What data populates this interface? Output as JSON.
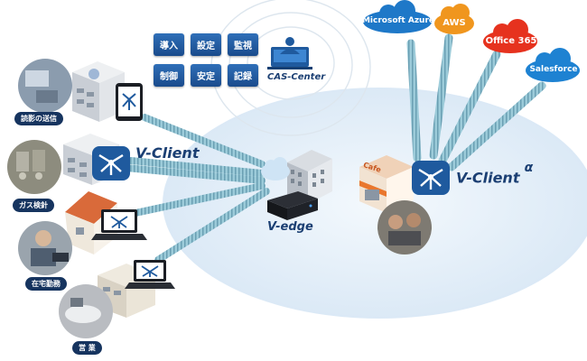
{
  "cas_center": {
    "label": "CAS-Center",
    "tiles": [
      "導入",
      "設定",
      "監視",
      "制御",
      "安定",
      "記録"
    ]
  },
  "clouds": [
    {
      "label": "Microsoft Azure",
      "color": "#1e78c8"
    },
    {
      "label": "AWS",
      "color": "#f0961e"
    },
    {
      "label": "Office 365",
      "color": "#e6321e"
    },
    {
      "label": "Salesforce",
      "color": "#1e82d2"
    }
  ],
  "products": {
    "v_client": "V-Client",
    "v_edge": "V-edge",
    "v_client_alpha": "V-Client",
    "alpha_symbol": "α"
  },
  "shop_sign": "Cafe",
  "captions": [
    "読影の送信",
    "ガス検針",
    "在宅勤務",
    "営 業"
  ],
  "colors": {
    "tile_blue": "#1f5a9e",
    "navy": "#16345f",
    "cable": "#8fc0cf",
    "bubble": "#e8f2fa"
  }
}
